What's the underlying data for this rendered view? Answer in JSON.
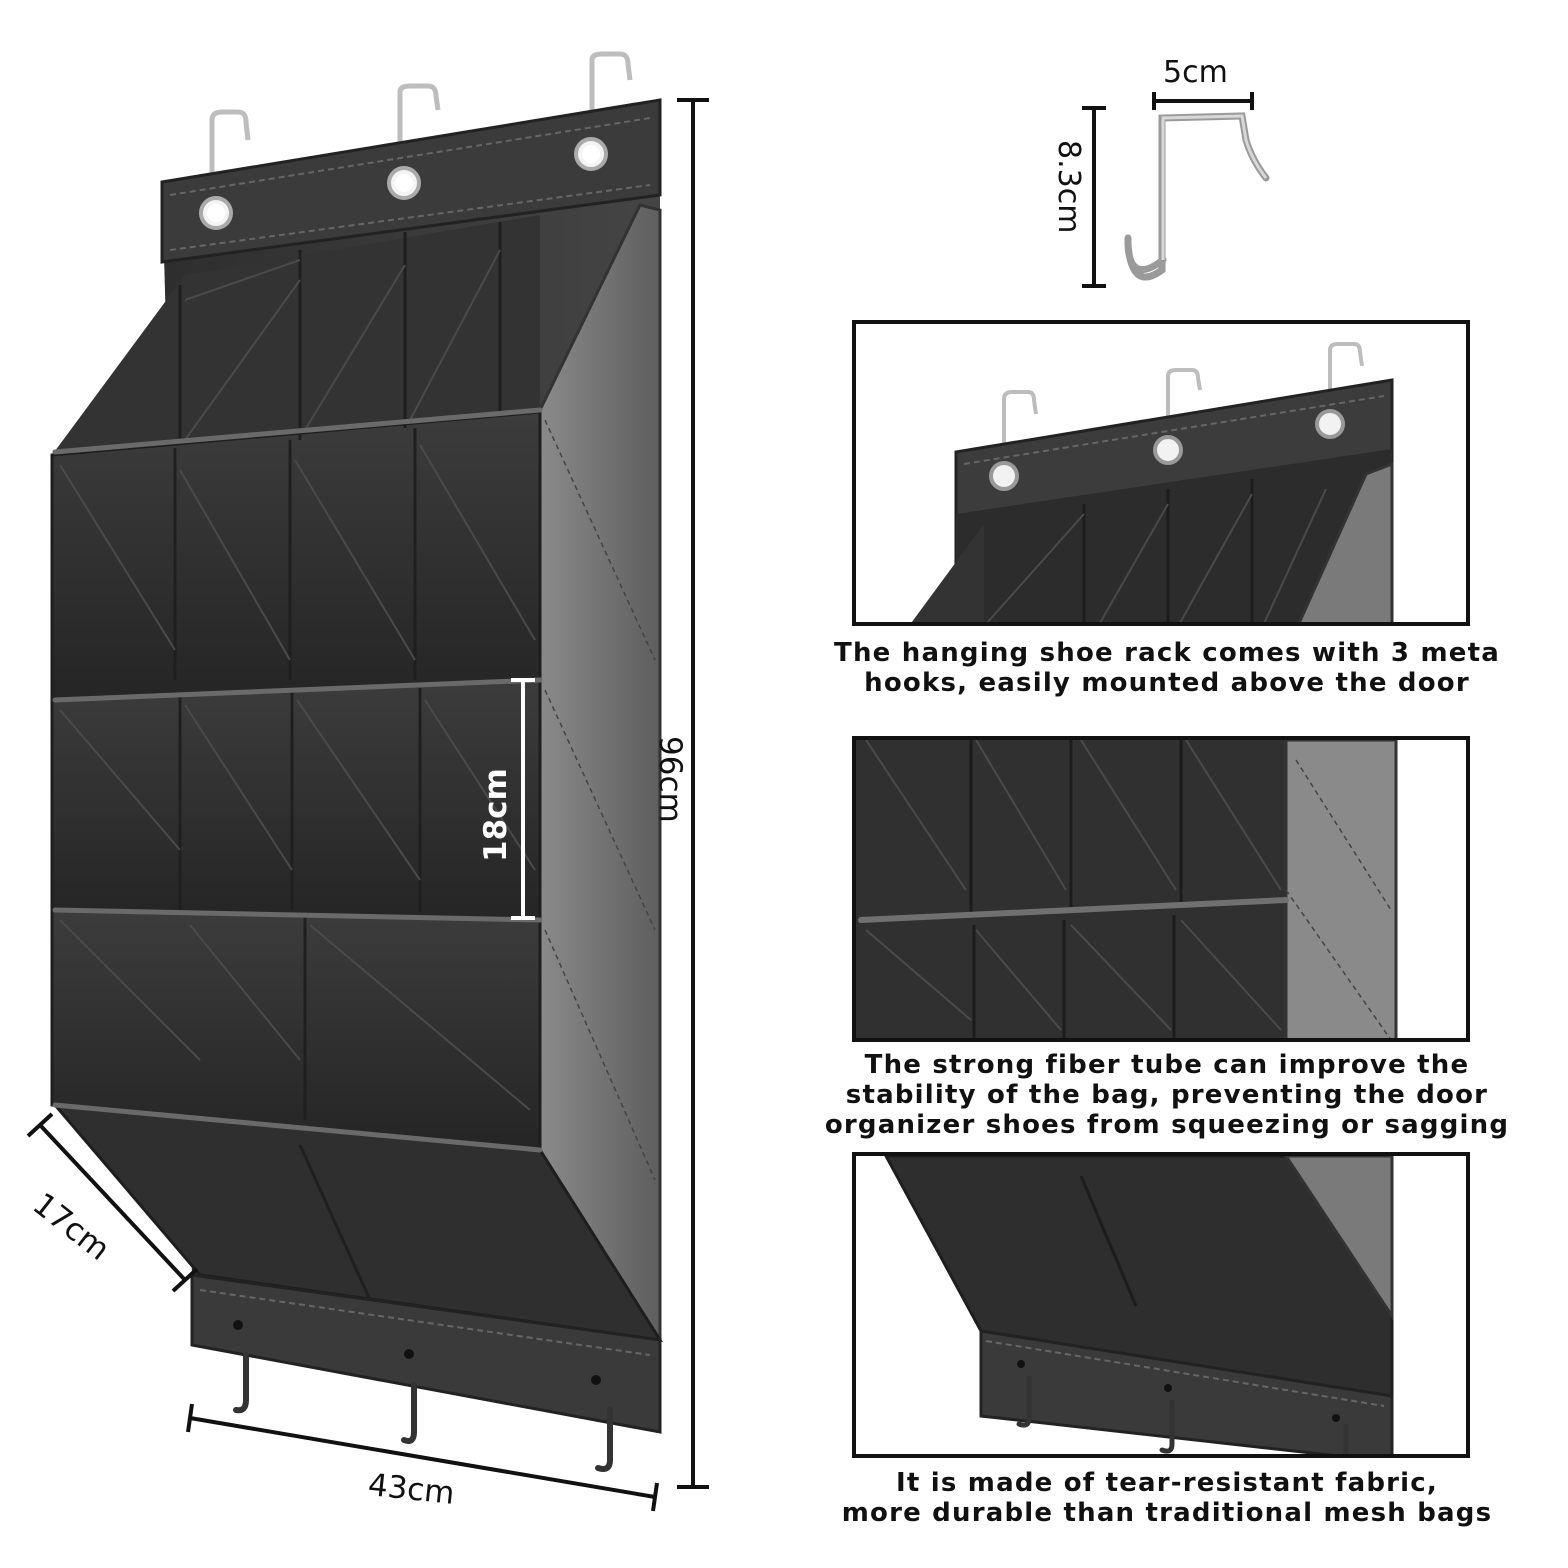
{
  "dimensions": {
    "total_height": "96cm",
    "pocket_height": "18cm",
    "depth": "17cm",
    "width": "43cm",
    "hook_width": "5cm",
    "hook_height": "8.3cm"
  },
  "captions": [
    {
      "line1": "The hanging shoe rack comes with 3 meta",
      "line2": "hooks, easily mounted above the door"
    },
    {
      "line1": "The strong fiber tube can improve the",
      "line2": "stability of the bag, preventing the door",
      "line3": "organizer shoes from squeezing or sagging"
    },
    {
      "line1": "It is made of tear-resistant fabric,",
      "line2": "more durable than traditional mesh bags"
    }
  ],
  "colors": {
    "fabric_dark": "#3a3a3a",
    "fabric_mid": "#555555",
    "fabric_light": "#7a7a7a",
    "metal": "#b8b8b8"
  }
}
